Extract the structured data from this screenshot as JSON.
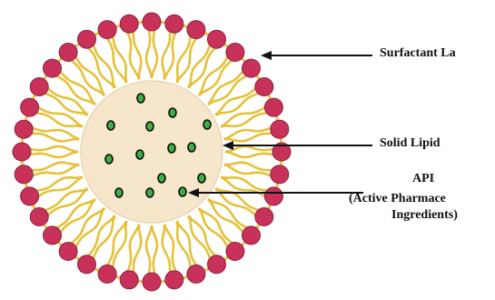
{
  "labels": {
    "surfactant_layer": "Surfactant La",
    "solid_lipid": "Solid Lipid",
    "api": "API",
    "api_line1": "(Active Pharmace",
    "api_line2": "Ingredients)"
  },
  "colors": {
    "core": "#f5e6cc",
    "core_edge": "#ebd5b4",
    "head": "#c8325a",
    "head_edge": "#8f1f3f",
    "tail": "#e5c13a",
    "shell_ring": "#e8c548",
    "api_fill": "#3cb043",
    "api_edge": "#0a0a0a",
    "arrow": "#111111"
  }
}
